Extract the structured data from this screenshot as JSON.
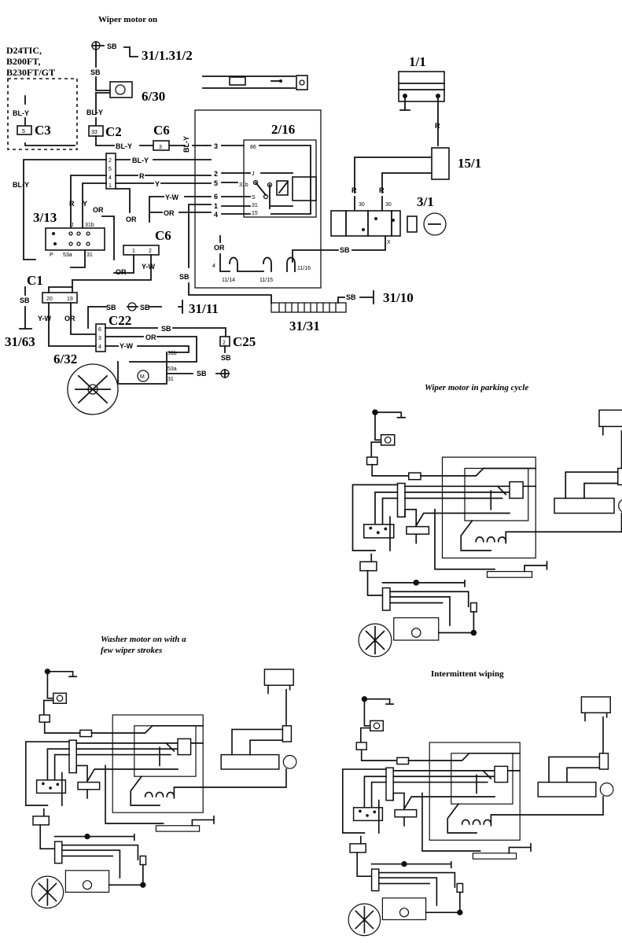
{
  "diagrams": {
    "main": {
      "title": "Wiper motor on",
      "variant_note": [
        "D24TIC,",
        "B200FT,",
        "B230FT/GT"
      ],
      "components": {
        "ground_top": "31/1.31/2",
        "washer_pump": "6/30",
        "relay": "2/16",
        "battery": "1/1",
        "fuse": "15/1",
        "ignition_switch": "3/1",
        "wiper_switch": "3/13",
        "wiper_motor": "6/32",
        "ground_31_11": "31/11",
        "ground_31_10": "31/10",
        "ground_31_63": "31/63",
        "ground_strip": "31/31",
        "fuse_11_14": "11/14",
        "fuse_11_15": "11/15",
        "fuse_11_16": "11/16"
      },
      "connectors": {
        "c3": "C3",
        "c3_pin": "5",
        "c2": "C2",
        "c2_pin": "33",
        "c6_top": "C6",
        "c6_top_pin": "3",
        "c6_mid": "C6",
        "c6_mid_pins": [
          "1",
          "2"
        ],
        "c1": "C1",
        "c1_pins": [
          "20",
          "19"
        ],
        "c22": "C22",
        "c22_pins": [
          "6",
          "3",
          "4"
        ],
        "c25": "C25",
        "c25_pin": "2",
        "switch_pins": [
          "2",
          "5",
          "4",
          "1"
        ],
        "relay_in_pins": [
          "3",
          "2",
          "5",
          "6",
          "1",
          "4"
        ],
        "relay_terminals": [
          "86",
          "J",
          "31b",
          "S",
          "31",
          "15"
        ],
        "switch_terminals": [
          "J",
          "31b",
          "P",
          "53a",
          "31"
        ],
        "motor_terminals": [
          "31b",
          "53a",
          "31"
        ],
        "ign_terminals": [
          "30",
          "30",
          "X"
        ]
      },
      "wire_colors": {
        "bl_y": "BL-Y",
        "r": "R",
        "y": "Y",
        "y_w": "Y-W",
        "or": "OR",
        "sb": "SB"
      }
    },
    "parking": {
      "title": "Wiper motor in parking cycle"
    },
    "washer": {
      "title": [
        "Washer motor on with a",
        "few wiper strokes"
      ]
    },
    "intermittent": {
      "title": "Intermittent wiping"
    }
  }
}
